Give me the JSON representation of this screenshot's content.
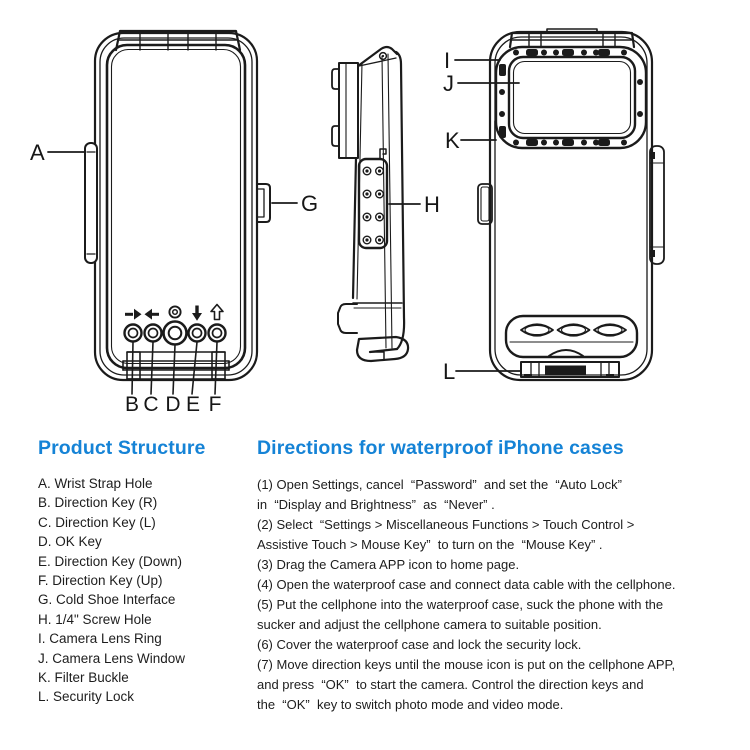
{
  "colors": {
    "heading_blue": "#1583d6",
    "line_art": "#1b1b1b",
    "body_text": "#1d1d1d",
    "background": "#ffffff"
  },
  "diagram": {
    "views": [
      "front view",
      "side view",
      "back view"
    ],
    "button_icons": [
      "right-arrow",
      "left-arrow",
      "shutter-ring",
      "down-arrow",
      "up-arrow"
    ],
    "callouts": {
      "A": "A",
      "B": "B",
      "C": "C",
      "D": "D",
      "E": "E",
      "F": "F",
      "G": "G",
      "H": "H",
      "I": "I",
      "J": "J",
      "K": "K",
      "L": "L"
    }
  },
  "product_structure": {
    "title": "Product Structure",
    "items": [
      "A. Wrist Strap Hole",
      "B. Direction Key (R)",
      "C. Direction Key (L)",
      "D. OK Key",
      "E. Direction Key (Down)",
      "F. Direction Key (Up)",
      "G. Cold Shoe Interface",
      "H. 1/4\" Screw Hole",
      "I. Camera Lens Ring",
      "J. Camera Lens Window",
      "K. Filter Buckle",
      "L. Security Lock"
    ]
  },
  "directions": {
    "title": "Directions for waterproof iPhone cases",
    "lines": [
      "(1) Open Settings, cancel  “Password”  and set the  “Auto Lock”",
      "in  “Display and Brightness”  as  “Never” .",
      "(2) Select  “Settings > Miscellaneous Functions > Touch Control >",
      "Assistive Touch > Mouse Key”  to turn on the  “Mouse Key” .",
      "(3) Drag the Camera APP icon to home page.",
      "(4) Open the waterproof case and connect data cable with the cellphone.",
      "(5) Put the cellphone into the waterproof case, suck the phone with the",
      "sucker and adjust the cellphone camera to suitable position.",
      "(6) Cover the waterproof case and lock the security lock.",
      "(7) Move direction keys until the mouse icon is put on the cellphone APP,",
      "and press  “OK”  to start the camera. Control the direction keys and",
      "the  “OK”  key to switch photo mode and video mode."
    ]
  }
}
